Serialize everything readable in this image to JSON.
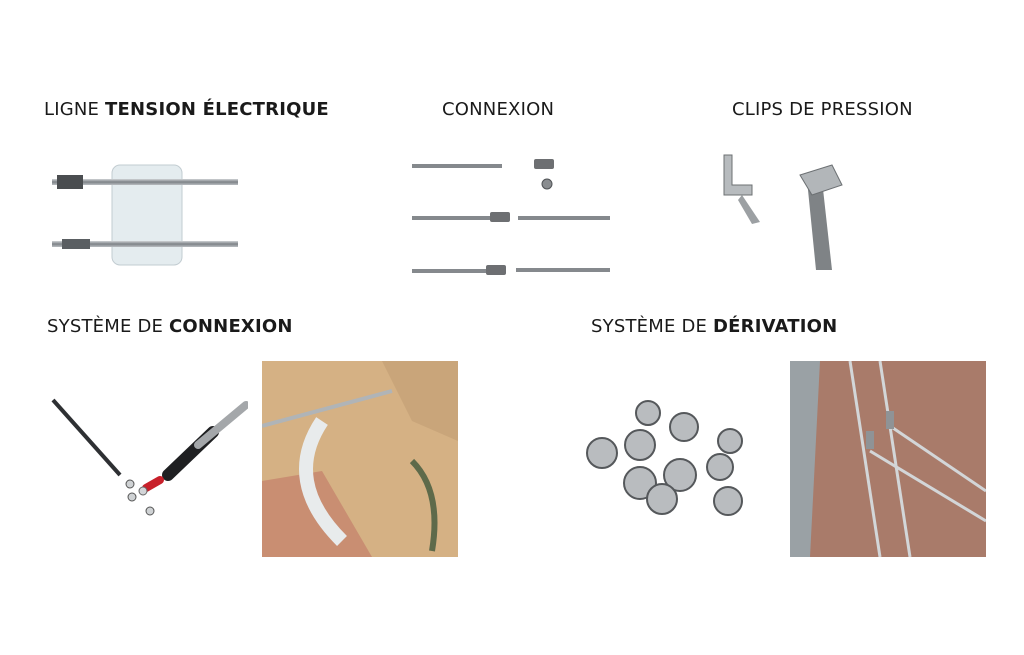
{
  "sections": {
    "ligne": {
      "label_normal": "LIGNE ",
      "label_bold": "TENSION ÉLECTRIQUE"
    },
    "connexion": {
      "label_normal": "CONNEXION"
    },
    "clips": {
      "label_normal": "CLIPS DE PRESSION"
    },
    "systeme_connexion": {
      "label_normal": "SYSTÈME DE ",
      "label_bold": "CONNEXION"
    },
    "systeme_derivation": {
      "label_normal": "SYSTÈME DE ",
      "label_bold": "DÉRIVATION"
    }
  },
  "colors": {
    "background": "#ffffff",
    "text": "#1a1a1a",
    "metal": "#8a8d90",
    "stone": "#d9b88a",
    "red_stone": "#a97b6a",
    "red_terminal": "#c8202a"
  }
}
